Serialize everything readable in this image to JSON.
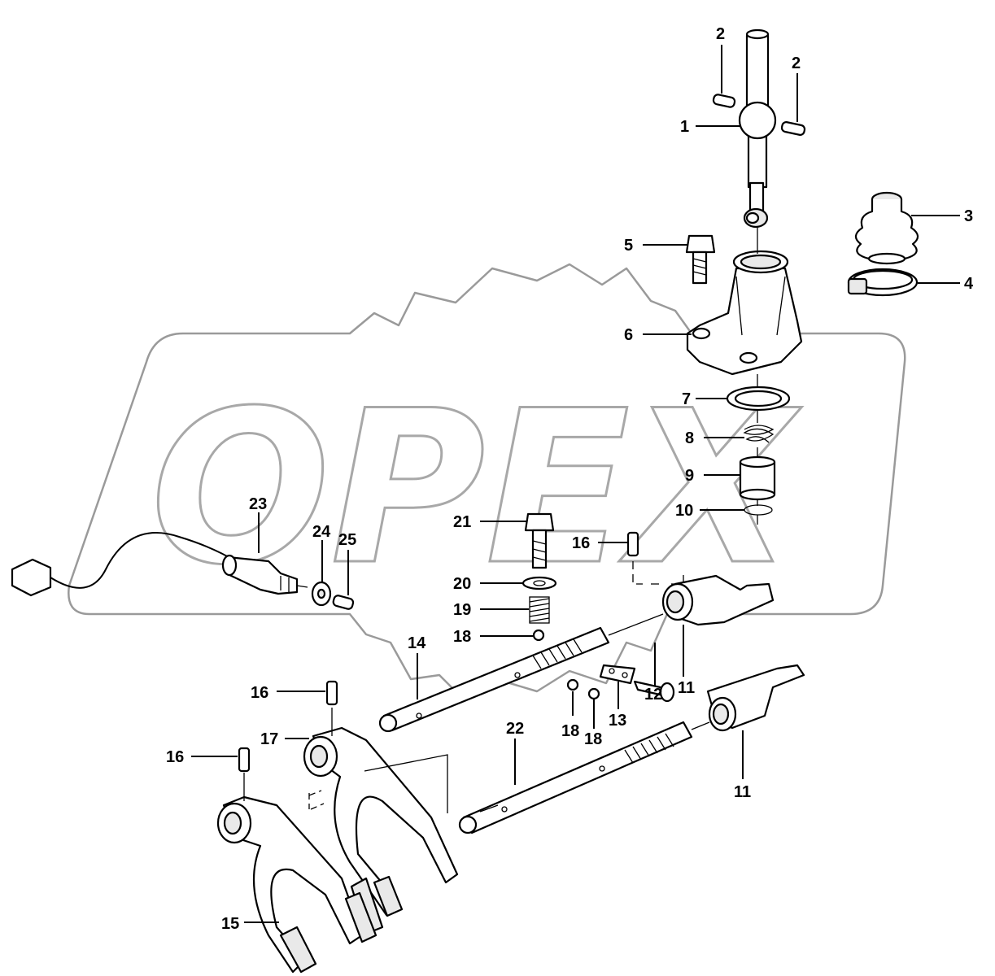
{
  "diagram": {
    "watermark": "OPEX",
    "callouts": [
      "1",
      "2",
      "2",
      "3",
      "4",
      "5",
      "6",
      "7",
      "8",
      "9",
      "10",
      "11",
      "11",
      "12",
      "13",
      "14",
      "15",
      "16",
      "16",
      "16",
      "17",
      "18",
      "18",
      "18",
      "19",
      "20",
      "21",
      "22",
      "23",
      "24",
      "25"
    ]
  }
}
